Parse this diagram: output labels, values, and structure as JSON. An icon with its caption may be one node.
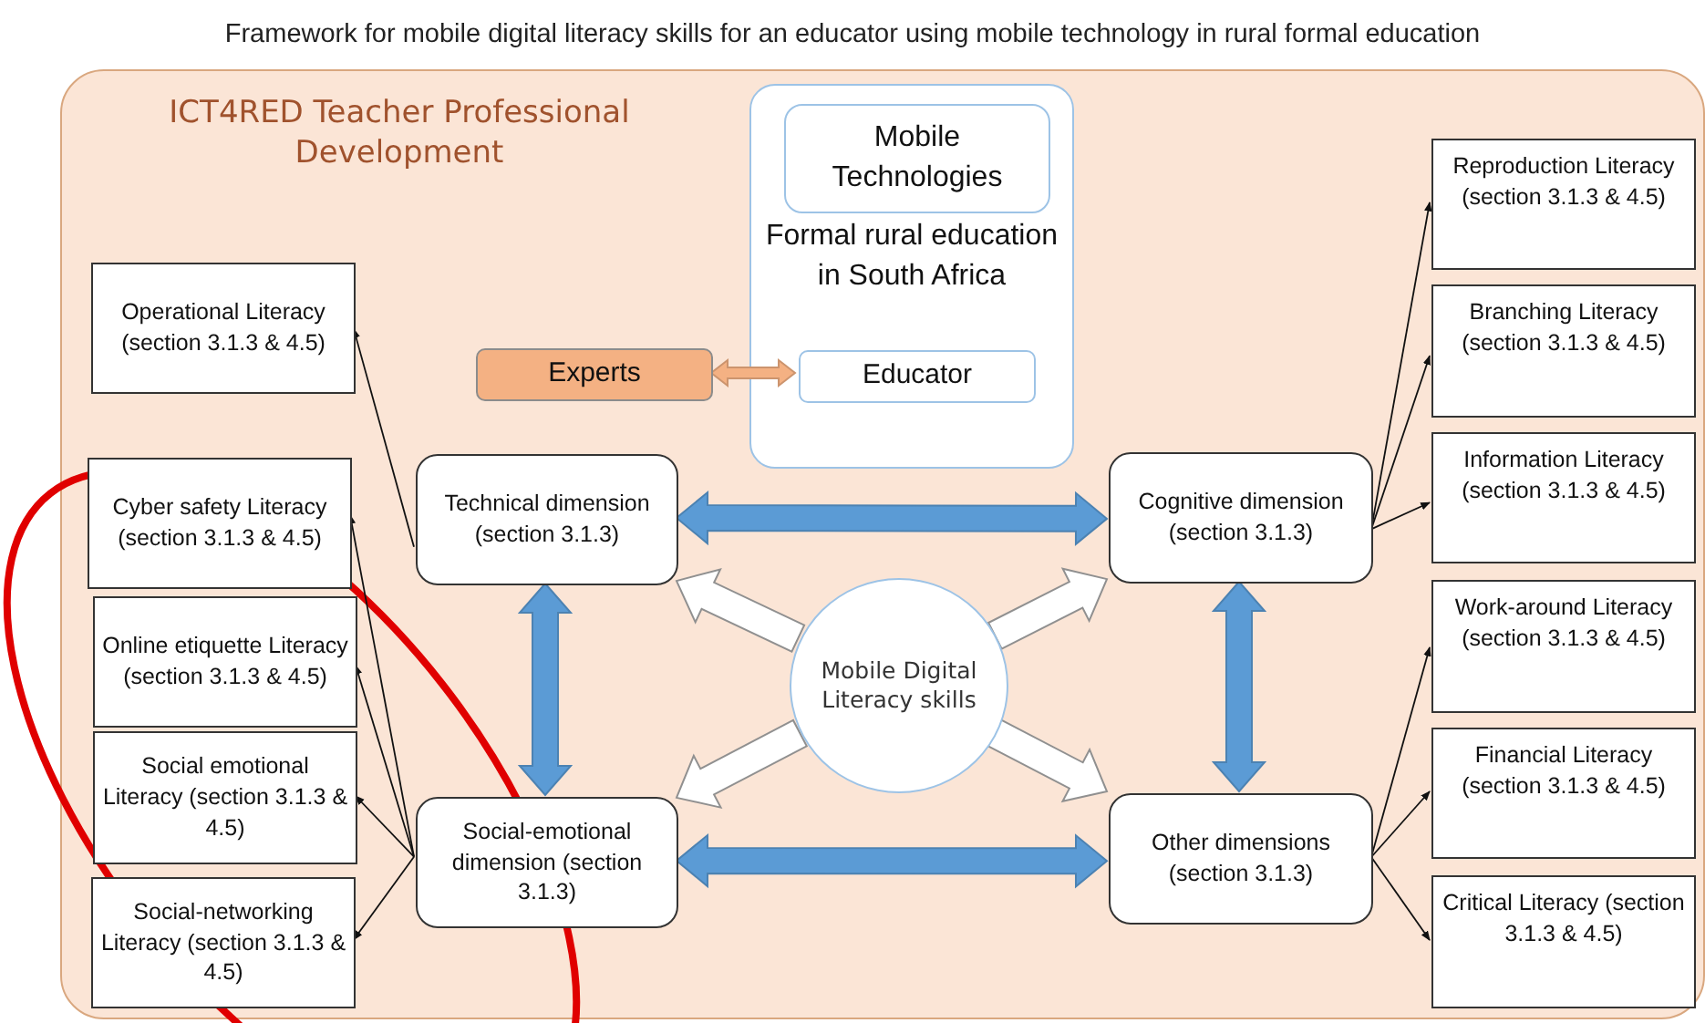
{
  "diagram": {
    "title": "Framework for mobile digital literacy skills for an educator using mobile technology in rural formal education",
    "nodes": [
      {
        "text": [
          "ICT4RED Teacher Professional Development"
        ]
      },
      {
        "text": [
          "Formal rural education in South Africa"
        ],
        "in": 0
      },
      {
        "text": [
          "Mobile Technologies"
        ],
        "in": 1
      },
      {
        "text": [
          "Experts"
        ],
        "in": 0
      },
      {
        "text": [
          "Educator"
        ],
        "in": 1
      },
      {
        "text": [
          "Operational Literacy (section 3.1.3 & 4.5)"
        ],
        "in": 0
      },
      {
        "text": [
          "Cyber safety Literacy (section 3.1.3 & 4.5)"
        ],
        "in": 0
      },
      {
        "text": [
          "Online etiquette Literacy (section 3.1.3 & 4.5)"
        ],
        "in": 0
      },
      {
        "text": [
          "Social emotional Literacy (section 3.1.3 & 4.5)"
        ],
        "in": 0
      },
      {
        "text": [
          "Social-networking Literacy (section 3.1.3 & 4.5)"
        ],
        "in": 0
      },
      {
        "text": [
          "Technical dimension (section 3.1.3)"
        ],
        "in": 0
      },
      {
        "text": [
          "Social-emotional dimension (section 3.1.3)"
        ],
        "in": 0
      },
      {
        "text": [
          "Mobile Digital Literacy skills"
        ],
        "in": 0
      },
      {
        "text": [
          "Cognitive dimension (section 3.1.3)"
        ],
        "in": 0
      },
      {
        "text": [
          "Other dimensions (section 3.1.3)"
        ],
        "in": 0
      },
      {
        "text": [
          "Reproduction Literacy (section 3.1.3 & 4.5)"
        ],
        "in": 0
      },
      {
        "text": [
          "Branching Literacy (section 3.1.3 & 4.5)"
        ],
        "in": 0
      },
      {
        "text": [
          "Information Literacy (section 3.1.3 & 4.5)"
        ],
        "in": 0
      },
      {
        "text": [
          "Work-around Literacy (section 3.1.3 & 4.5)"
        ],
        "in": 0
      },
      {
        "text": [
          "Financial Literacy (section 3.1.3 & 4.5)"
        ],
        "in": 0
      },
      {
        "text": [
          "Critical Literacy (section 3.1.3 & 4.5)"
        ],
        "in": 0
      }
    ],
    "edges": [
      {
        "from": 3,
        "to": 4,
        "arrow": "both",
        "style": "thick",
        "color": "#f4b183"
      },
      {
        "from": 10,
        "to": 5,
        "arrow": "to"
      },
      {
        "from": 11,
        "to": 6,
        "arrow": "to"
      },
      {
        "from": 11,
        "to": 7,
        "arrow": "to"
      },
      {
        "from": 11,
        "to": 8,
        "arrow": "to"
      },
      {
        "from": 11,
        "to": 9,
        "arrow": "to"
      },
      {
        "from": 10,
        "to": 13,
        "arrow": "both",
        "style": "thick",
        "color": "#5b9bd5"
      },
      {
        "from": 11,
        "to": 14,
        "arrow": "both",
        "style": "thick",
        "color": "#5b9bd5"
      },
      {
        "from": 10,
        "to": 11,
        "arrow": "both",
        "style": "thick",
        "color": "#5b9bd5"
      },
      {
        "from": 13,
        "to": 14,
        "arrow": "both",
        "style": "thick",
        "color": "#5b9bd5"
      },
      {
        "from": 12,
        "to": 10,
        "arrow": "to",
        "style": "thick",
        "color": "#ffffff"
      },
      {
        "from": 12,
        "to": 11,
        "arrow": "to",
        "style": "thick",
        "color": "#ffffff"
      },
      {
        "from": 12,
        "to": 13,
        "arrow": "to",
        "style": "thick",
        "color": "#ffffff"
      },
      {
        "from": 12,
        "to": 14,
        "arrow": "to",
        "style": "thick",
        "color": "#ffffff"
      },
      {
        "from": 13,
        "to": 15,
        "arrow": "to"
      },
      {
        "from": 13,
        "to": 16,
        "arrow": "to"
      },
      {
        "from": 13,
        "to": 17,
        "arrow": "to"
      },
      {
        "from": 14,
        "to": 18,
        "arrow": "to"
      },
      {
        "from": 14,
        "to": 19,
        "arrow": "to"
      },
      {
        "from": 14,
        "to": 20,
        "arrow": "to"
      }
    ]
  }
}
